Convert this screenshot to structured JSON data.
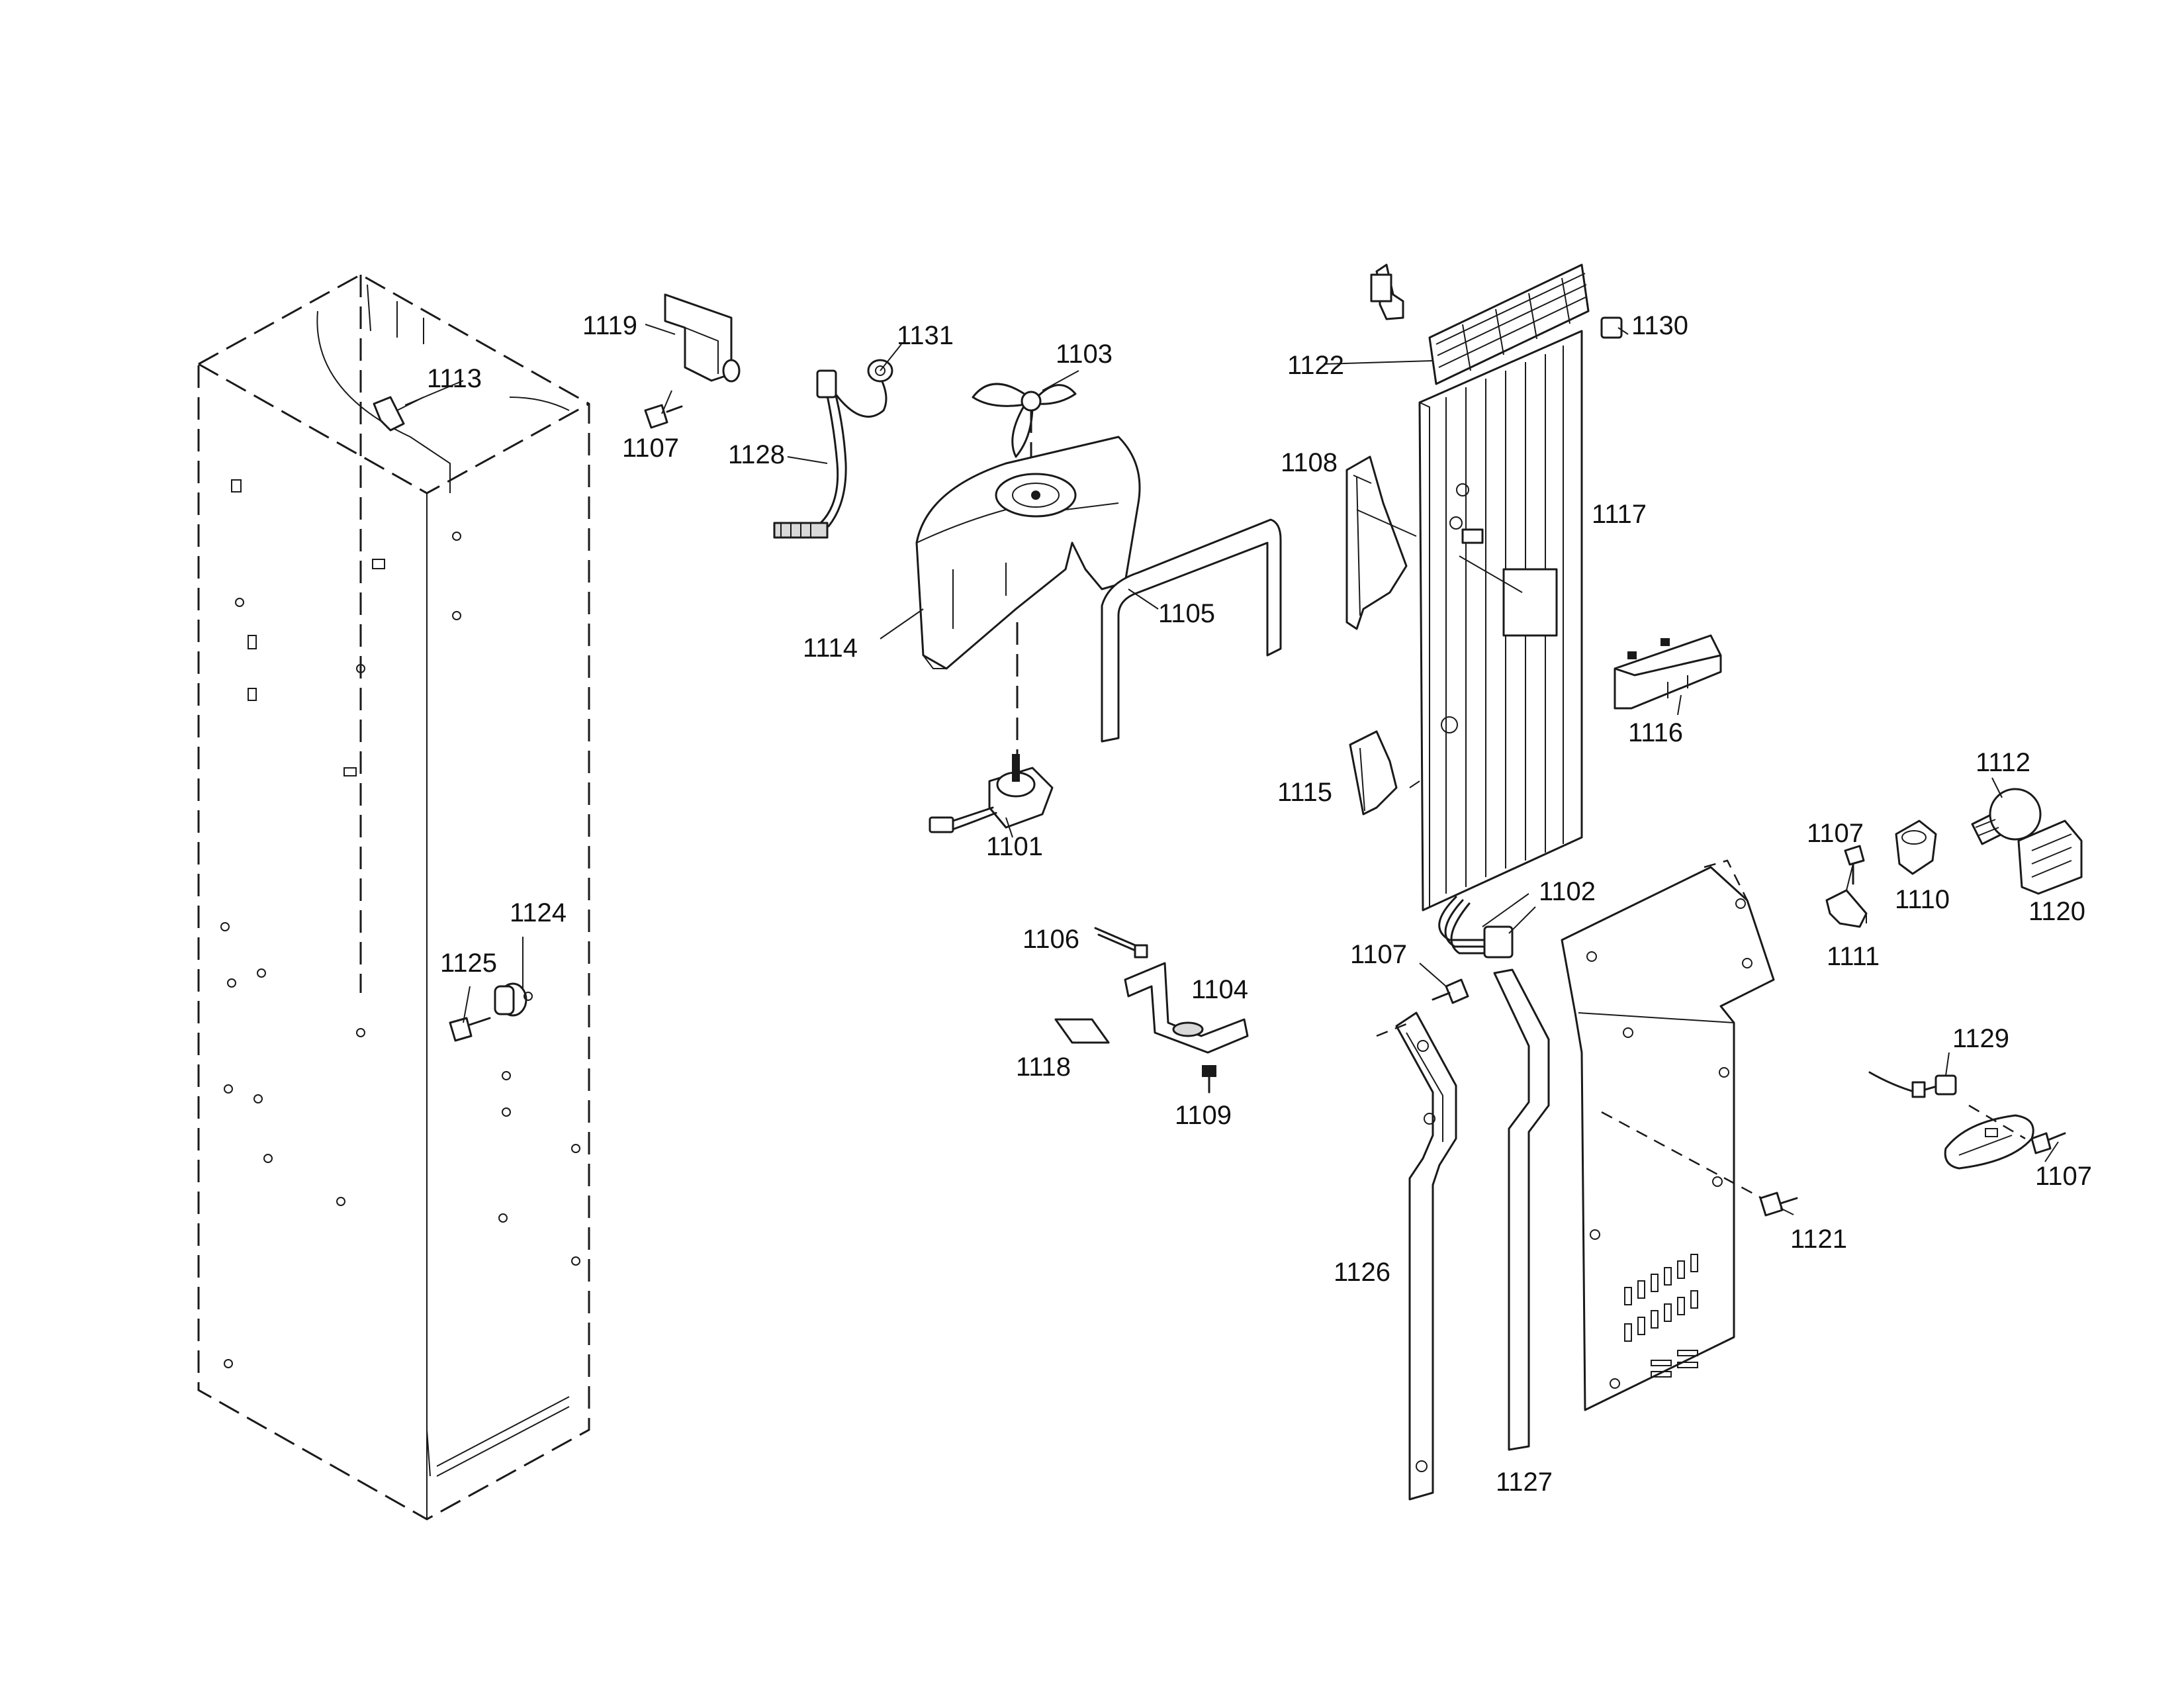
{
  "callouts": {
    "c1101": "1101",
    "c1102": "1102",
    "c1103": "1103",
    "c1104": "1104",
    "c1105": "1105",
    "c1106": "1106",
    "c1107a": "1107",
    "c1107b": "1107",
    "c1107c": "1107",
    "c1107d": "1107",
    "c1108": "1108",
    "c1109": "1109",
    "c1110": "1110",
    "c1111": "1111",
    "c1112": "1112",
    "c1113": "1113",
    "c1114": "1114",
    "c1115": "1115",
    "c1116": "1116",
    "c1117": "1117",
    "c1118": "1118",
    "c1119": "1119",
    "c1120": "1120",
    "c1121": "1121",
    "c1122": "1122",
    "c1124": "1124",
    "c1125": "1125",
    "c1126": "1126",
    "c1127": "1127",
    "c1128": "1128",
    "c1129": "1129",
    "c1130": "1130",
    "c1131": "1131"
  }
}
